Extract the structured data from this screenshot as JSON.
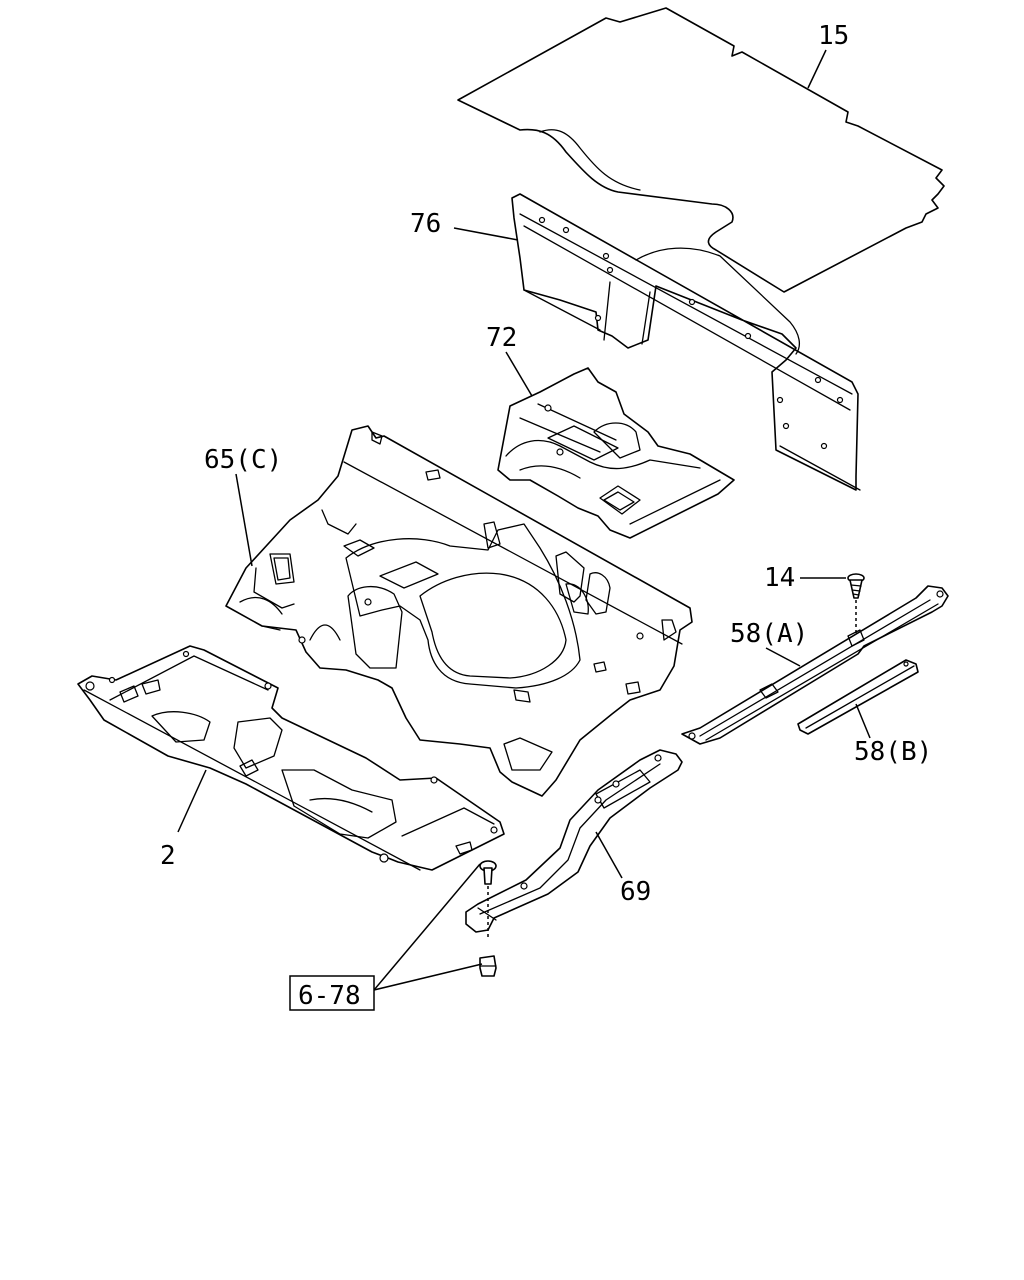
{
  "diagram": {
    "callouts": {
      "c15": "15",
      "c76": "76",
      "c72": "72",
      "c65": "65(C)",
      "c14": "14",
      "c58a": "58(A)",
      "c58b": "58(B)",
      "c2": "2",
      "c69": "69",
      "c678": "6-78"
    }
  }
}
